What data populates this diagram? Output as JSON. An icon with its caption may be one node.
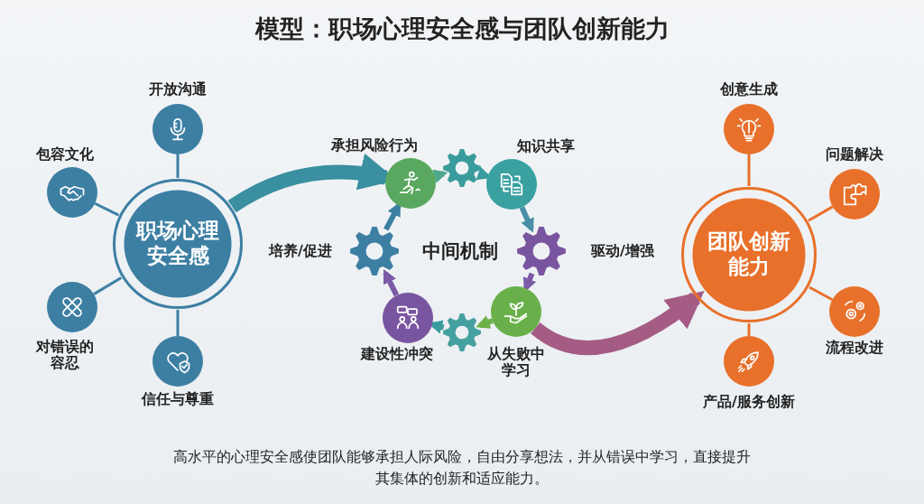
{
  "diagram": {
    "title": "模型：职场心理安全感与团队创新能力",
    "caption": "高水平的心理安全感使团队能够承担人际风险，自由分享想法，并从错误中学习，直接提升其集体的创新和适应能力。",
    "nodes": [
      {
        "text": [
          "职场心理安全感"
        ]
      },
      {
        "text": [
          "开放沟通"
        ]
      },
      {
        "text": [
          "包容文化"
        ]
      },
      {
        "text": [
          "对错误的容忍"
        ]
      },
      {
        "text": [
          "信任与尊重"
        ]
      },
      {
        "text": [
          "承担风险行为"
        ]
      },
      {
        "text": [],
        "shape": "gear"
      },
      {
        "text": [
          "知识共享"
        ]
      },
      {
        "text": [],
        "shape": "gear"
      },
      {
        "text": [
          "从失败中学习"
        ]
      },
      {
        "text": [],
        "shape": "gear"
      },
      {
        "text": [
          "建设性冲突"
        ]
      },
      {
        "text": [],
        "shape": "gear"
      },
      {
        "text": [
          "团队创新能力"
        ]
      },
      {
        "text": [
          "创意生成"
        ]
      },
      {
        "text": [
          "问题解决"
        ]
      },
      {
        "text": [
          "流程改进"
        ]
      },
      {
        "text": [
          "产品/服务创新"
        ]
      }
    ],
    "edges": [
      {
        "from": 0,
        "to": 1,
        "arrow": "none"
      },
      {
        "from": 0,
        "to": 2,
        "arrow": "none"
      },
      {
        "from": 0,
        "to": 3,
        "arrow": "none"
      },
      {
        "from": 0,
        "to": 4,
        "arrow": "none"
      },
      {
        "from": 5,
        "to": 6,
        "arrow": "to",
        "color": "#4fa88e"
      },
      {
        "from": 6,
        "to": 7,
        "arrow": "to",
        "color": "#3a9c9c"
      },
      {
        "from": 7,
        "to": 8,
        "arrow": "to",
        "color": "#4a8fa6"
      },
      {
        "from": 8,
        "to": 9,
        "arrow": "to",
        "color": "#7b5aa6"
      },
      {
        "from": 9,
        "to": 10,
        "arrow": "to",
        "color": "#6db04a"
      },
      {
        "from": 10,
        "to": 11,
        "arrow": "to",
        "color": "#3a9c9c"
      },
      {
        "from": 11,
        "to": 12,
        "arrow": "to",
        "color": "#7b5aa6"
      },
      {
        "from": 12,
        "to": 5,
        "arrow": "to",
        "color": "#3d7fa3"
      },
      {
        "from": 0,
        "to": 5,
        "label": "培养/促进",
        "arrow": "to",
        "style": "thick",
        "color": "#3a8fa0"
      },
      {
        "from": 9,
        "to": 13,
        "label": "驱动/增强",
        "arrow": "to",
        "style": "thick",
        "color": "#a45c84"
      },
      {
        "from": 13,
        "to": 14,
        "arrow": "none",
        "color": "#e8702a"
      },
      {
        "from": 13,
        "to": 15,
        "arrow": "none",
        "color": "#e8702a"
      },
      {
        "from": 13,
        "to": 16,
        "arrow": "none",
        "color": "#e8702a"
      },
      {
        "from": 13,
        "to": 17,
        "arrow": "none",
        "color": "#e8702a"
      }
    ],
    "labels": [
      "中间机制"
    ]
  }
}
